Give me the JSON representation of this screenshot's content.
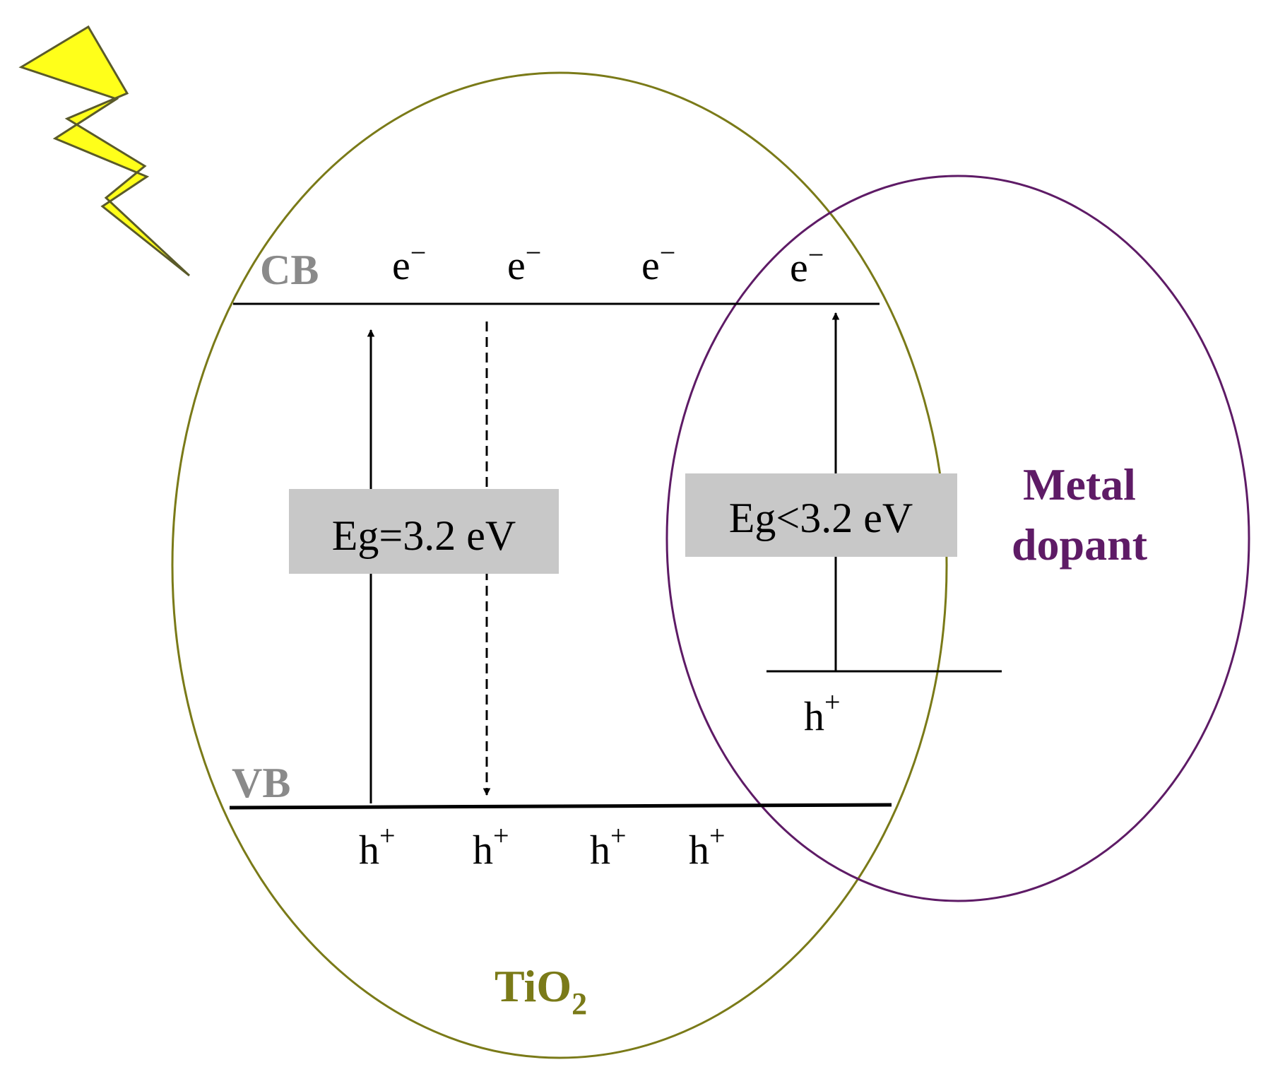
{
  "colors": {
    "tio2": "#7a7a18",
    "dopant": "#5e1b66",
    "band_label": "#8a8a8a",
    "box_fill": "#c8c8c8",
    "bolt_fill": "#ffff1a",
    "bolt_stroke": "#5a5a2a",
    "line": "#000000"
  },
  "icons": {
    "light": "lightning-bolt-icon"
  },
  "bands": {
    "cb_label": "CB",
    "vb_label": "VB"
  },
  "carriers": {
    "electron_symbol": "e",
    "electron_sign": "−",
    "hole_symbol": "h",
    "hole_sign": "+"
  },
  "gaps": {
    "tio2_gap": "Eg=3.2 eV",
    "doped_gap": "Eg<3.2 eV"
  },
  "regions": {
    "tio2_prefix": "TiO",
    "tio2_subscript": "2",
    "dopant_line1": "Metal",
    "dopant_line2": "dopant"
  }
}
